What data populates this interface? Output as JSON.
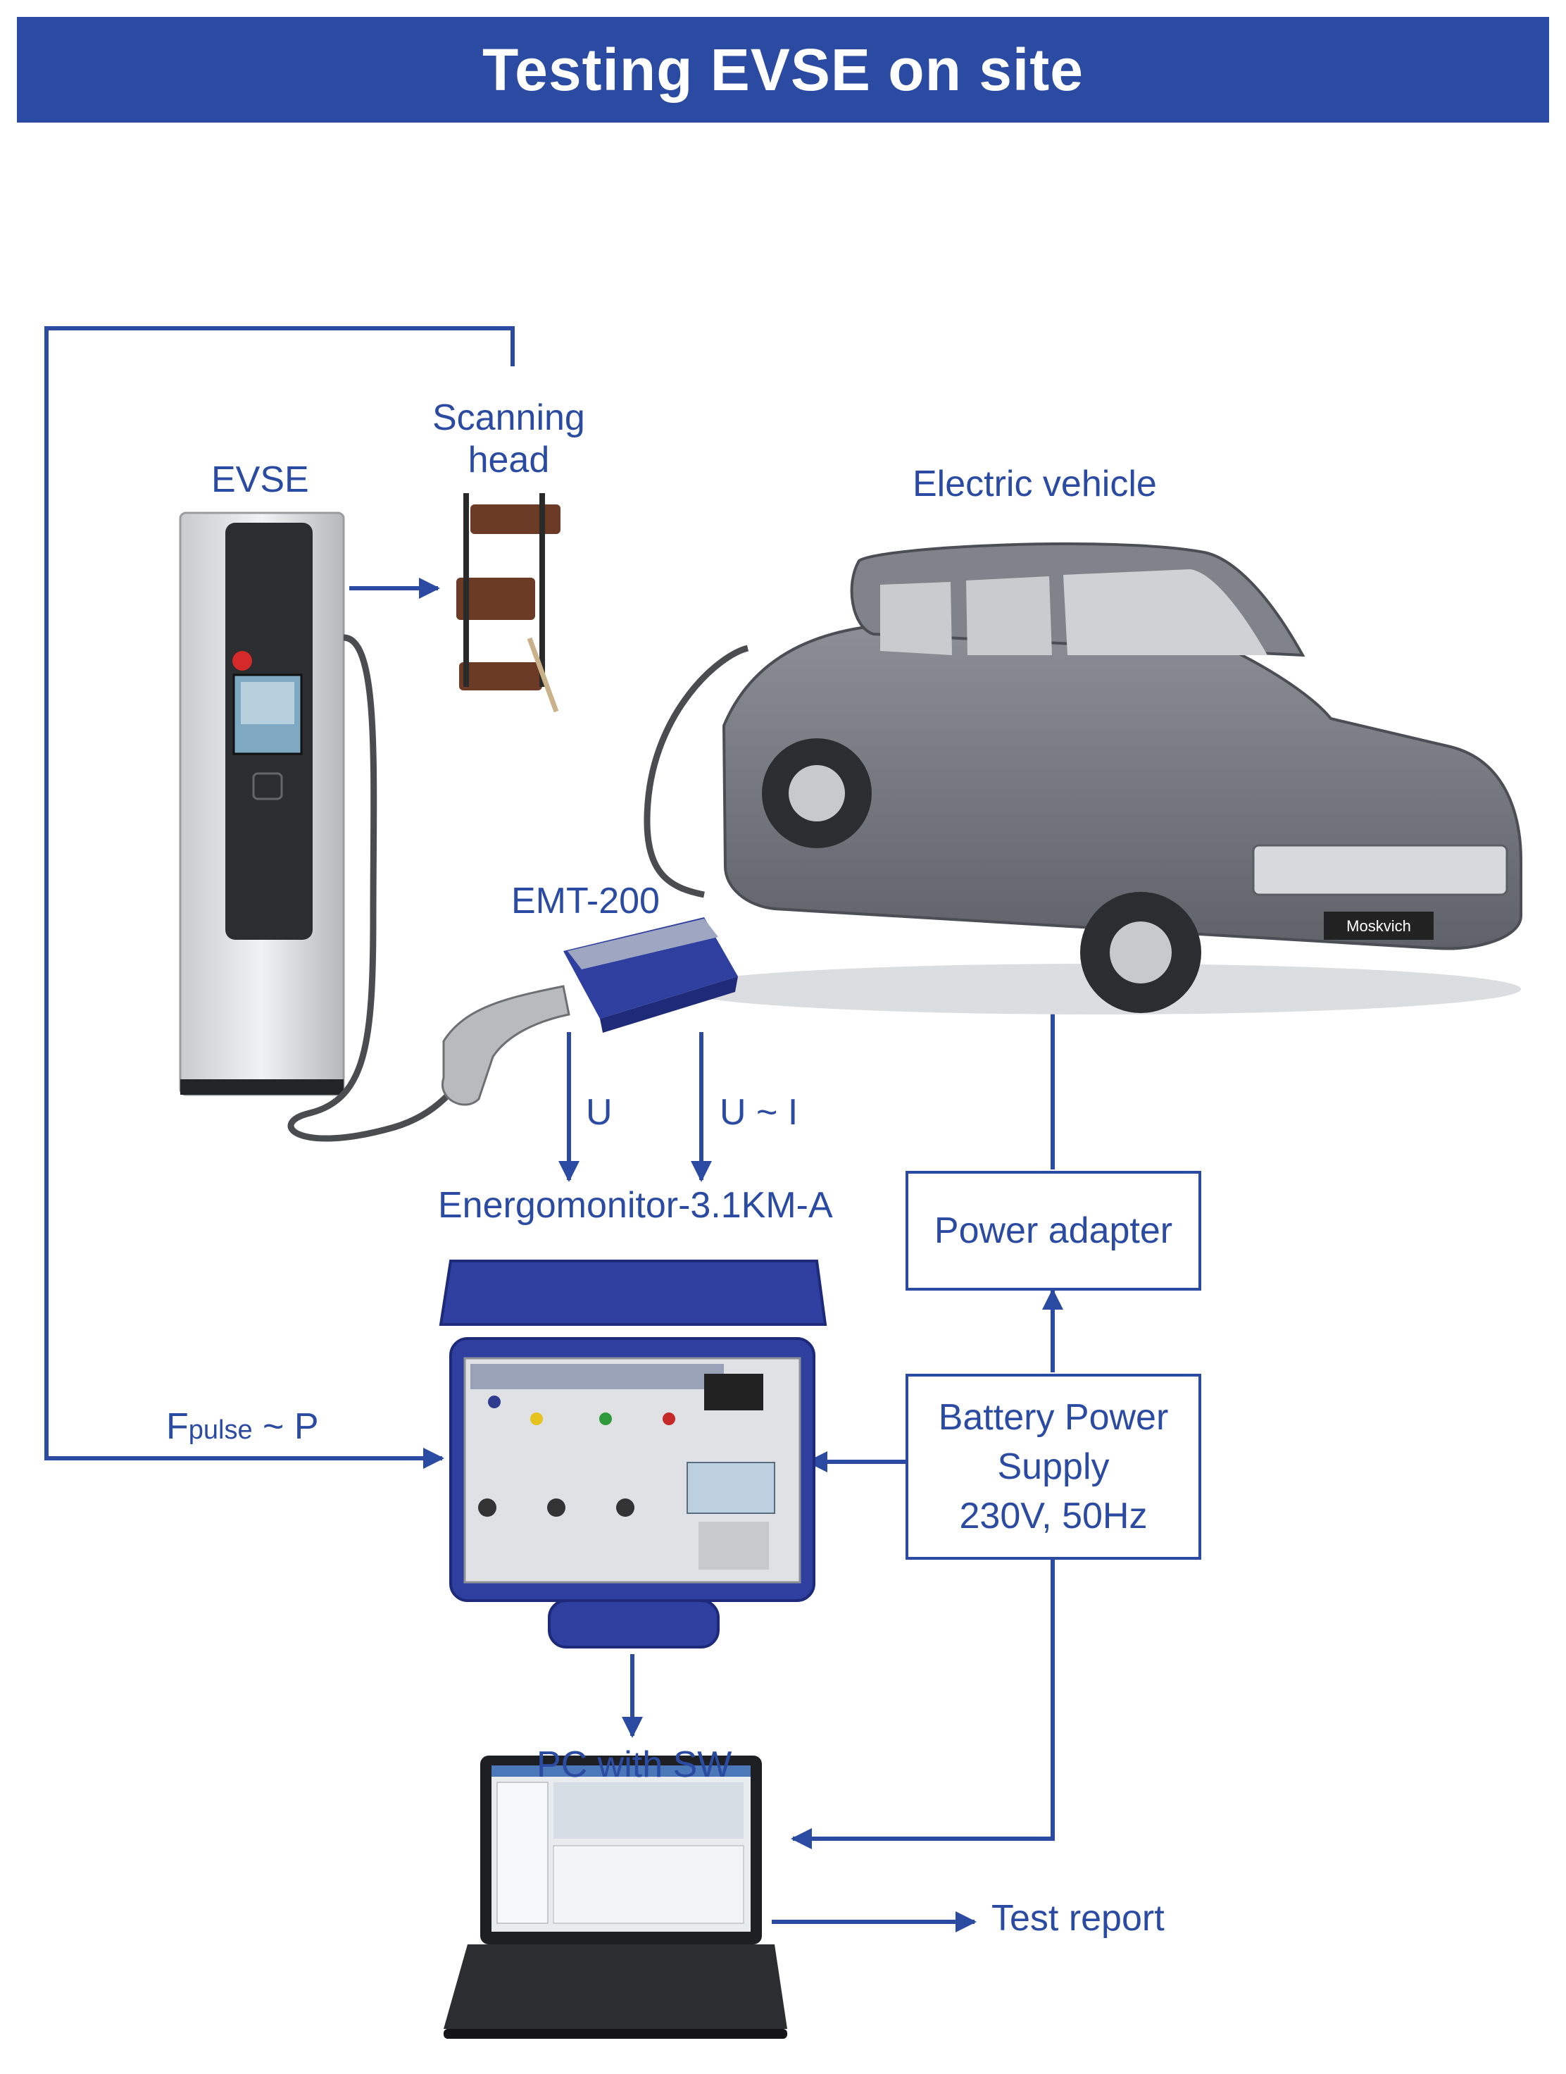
{
  "title": "Testing EVSE on site",
  "labels": {
    "evse": "EVSE",
    "scanning_head_line1": "Scanning",
    "scanning_head_line2": "head",
    "electric_vehicle": "Electric vehicle",
    "emt": "EMT-200",
    "u": "U",
    "u_i": "U ~ I",
    "energomonitor": "Energomonitor-3.1KM-A",
    "fpulse_main": "F",
    "fpulse_sub": "pulse",
    "fpulse_tail": " ~ P",
    "pc": "PC with SW",
    "test_report": "Test report",
    "car_plate": "Moskvich"
  },
  "boxes": {
    "power_adapter": "Power adapter",
    "battery_line1": "Battery Power",
    "battery_line2": "Supply",
    "battery_line3": "230V, 50Hz"
  },
  "colors": {
    "accent": "#2b4ba3",
    "device_blue": "#2e3fa0",
    "car_gray": "#7a7e84"
  }
}
